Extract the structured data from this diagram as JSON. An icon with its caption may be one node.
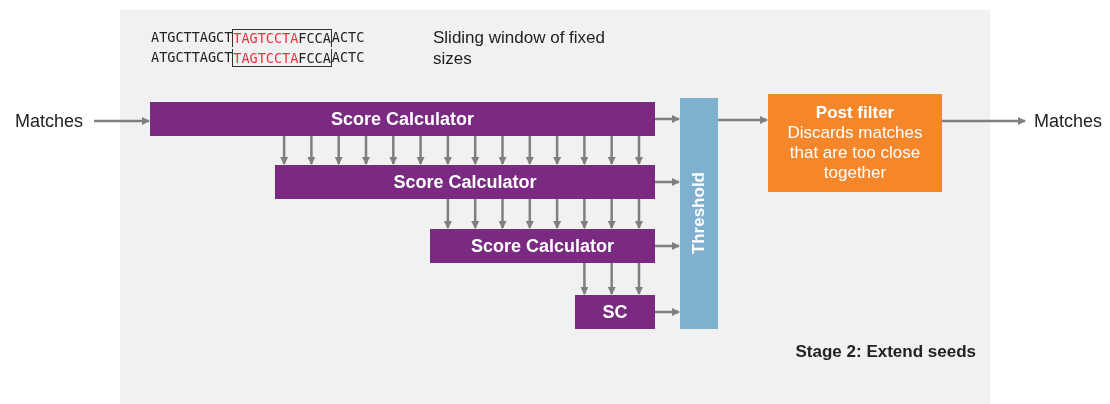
{
  "diagram": {
    "nodes": [
      {
        "text": [
          "Stage 2: Extend seeds"
        ]
      },
      {
        "text": [
          "Matches"
        ]
      },
      {
        "text": [
          "Score Calculator"
        ],
        "in": 0
      },
      {
        "text": [
          "Score Calculator"
        ],
        "in": 0
      },
      {
        "text": [
          "Score Calculator"
        ],
        "in": 0
      },
      {
        "text": [
          "SC"
        ],
        "in": 0
      },
      {
        "text": [
          "Threshold"
        ],
        "in": 0
      },
      {
        "text": [
          "Post filter",
          "Discards matches that are too close together"
        ],
        "in": 0
      },
      {
        "text": [
          "Matches"
        ]
      }
    ],
    "edges": [
      {
        "from": 1,
        "to": 2,
        "arrow": "to"
      },
      {
        "from": 2,
        "to": 3,
        "arrow": "to"
      },
      {
        "from": 2,
        "to": 3,
        "arrow": "to"
      },
      {
        "from": 2,
        "to": 3,
        "arrow": "to"
      },
      {
        "from": 2,
        "to": 3,
        "arrow": "to"
      },
      {
        "from": 2,
        "to": 3,
        "arrow": "to"
      },
      {
        "from": 2,
        "to": 3,
        "arrow": "to"
      },
      {
        "from": 2,
        "to": 3,
        "arrow": "to"
      },
      {
        "from": 2,
        "to": 3,
        "arrow": "to"
      },
      {
        "from": 2,
        "to": 3,
        "arrow": "to"
      },
      {
        "from": 2,
        "to": 3,
        "arrow": "to"
      },
      {
        "from": 2,
        "to": 3,
        "arrow": "to"
      },
      {
        "from": 2,
        "to": 3,
        "arrow": "to"
      },
      {
        "from": 2,
        "to": 3,
        "arrow": "to"
      },
      {
        "from": 2,
        "to": 3,
        "arrow": "to"
      },
      {
        "from": 3,
        "to": 4,
        "arrow": "to"
      },
      {
        "from": 3,
        "to": 4,
        "arrow": "to"
      },
      {
        "from": 3,
        "to": 4,
        "arrow": "to"
      },
      {
        "from": 3,
        "to": 4,
        "arrow": "to"
      },
      {
        "from": 3,
        "to": 4,
        "arrow": "to"
      },
      {
        "from": 3,
        "to": 4,
        "arrow": "to"
      },
      {
        "from": 3,
        "to": 4,
        "arrow": "to"
      },
      {
        "from": 3,
        "to": 4,
        "arrow": "to"
      },
      {
        "from": 4,
        "to": 5,
        "arrow": "to"
      },
      {
        "from": 4,
        "to": 5,
        "arrow": "to"
      },
      {
        "from": 4,
        "to": 5,
        "arrow": "to"
      },
      {
        "from": 2,
        "to": 6,
        "arrow": "to"
      },
      {
        "from": 3,
        "to": 6,
        "arrow": "to"
      },
      {
        "from": 4,
        "to": 6,
        "arrow": "to"
      },
      {
        "from": 5,
        "to": 6,
        "arrow": "to"
      },
      {
        "from": 6,
        "to": 7,
        "arrow": "to"
      },
      {
        "from": 7,
        "to": 8,
        "arrow": "to"
      }
    ],
    "labels": [
      "ATGCTTAGCT",
      "TAGTCCTA",
      "FCCA",
      "ACTC",
      "Sliding window of fixed sizes",
      "ATGCTTAGCT",
      "TAGTCCTA",
      "FCCA",
      "ACTC"
    ]
  }
}
